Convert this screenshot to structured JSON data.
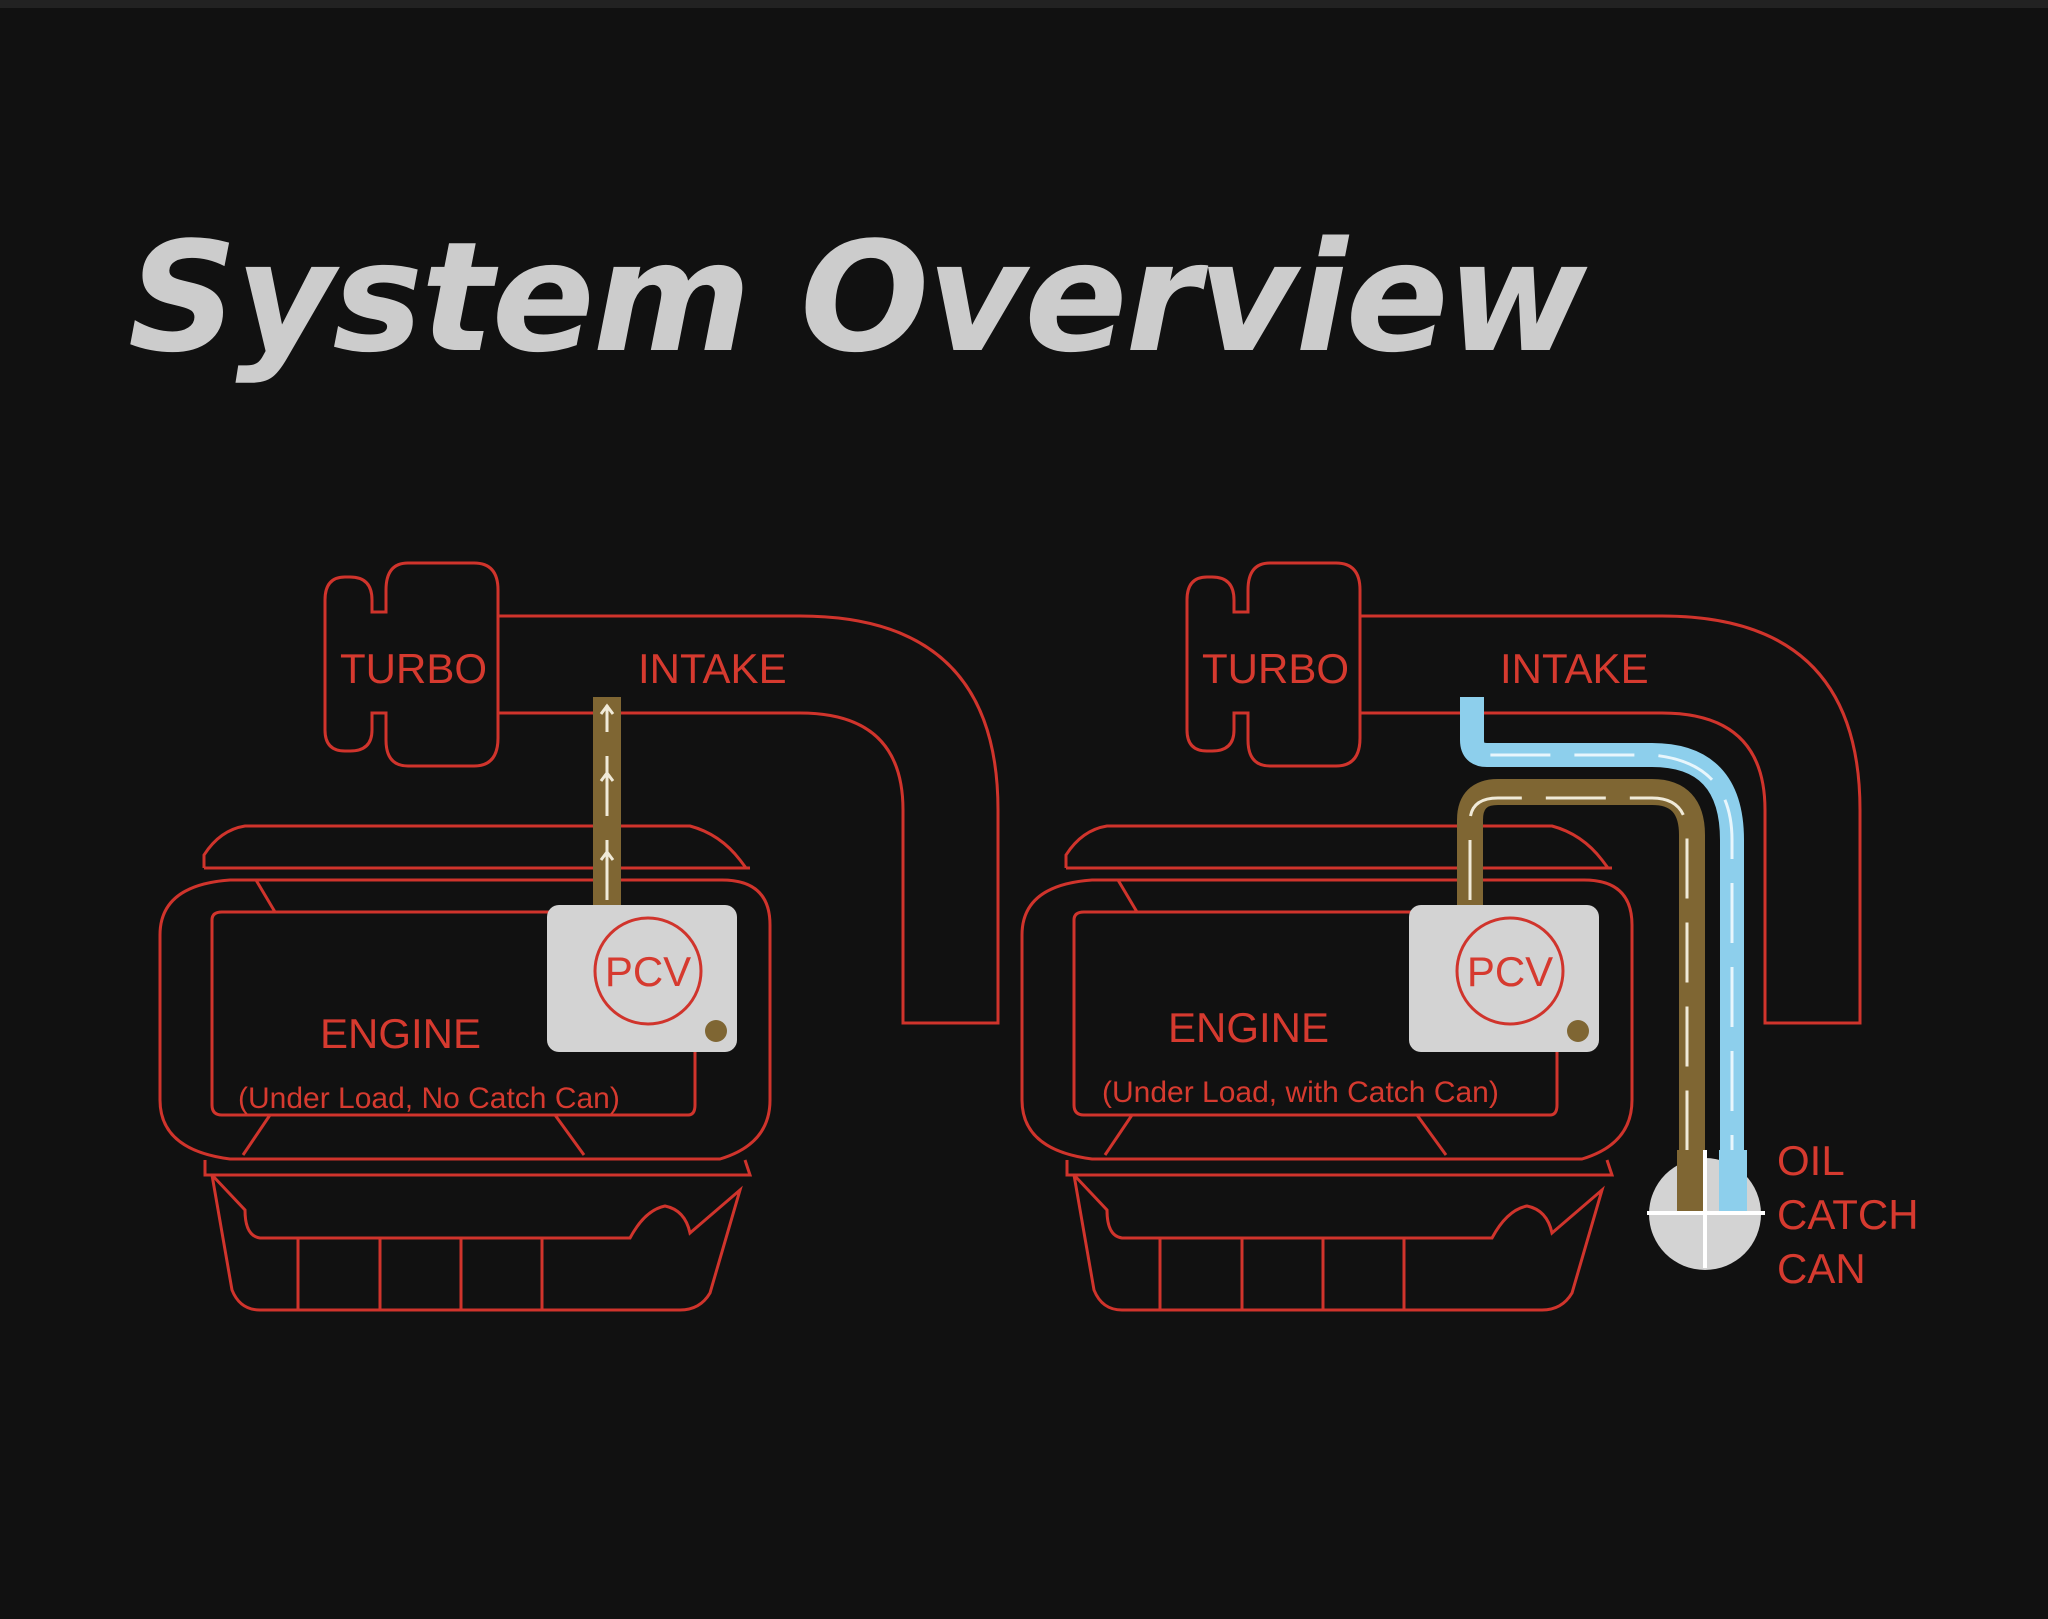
{
  "title": "System Overview",
  "colors": {
    "background": "#111111",
    "outline": "#d0342c",
    "oil_vapor": "#7f6633",
    "clean_air": "#8dcfec",
    "pcv_box": "#d3d3d3",
    "title": "#cccccc"
  },
  "diagrams": [
    {
      "id": "no-catch-can",
      "turbo_label": "TURBO",
      "intake_label": "INTAKE",
      "engine_label": "ENGINE",
      "engine_sublabel": "(Under Load, No Catch Can)",
      "pcv_label": "PCV",
      "flows": [
        {
          "name": "oil-vapor",
          "from": "PCV",
          "to": "INTAKE",
          "direction": "up"
        }
      ]
    },
    {
      "id": "with-catch-can",
      "turbo_label": "TURBO",
      "intake_label": "INTAKE",
      "engine_label": "ENGINE",
      "engine_sublabel": "(Under Load, with Catch Can)",
      "pcv_label": "PCV",
      "catch_can_label": [
        "OIL",
        "CATCH",
        "CAN"
      ],
      "flows": [
        {
          "name": "oil-vapor",
          "from": "PCV",
          "to": "OIL CATCH CAN",
          "direction": "down"
        },
        {
          "name": "clean-air",
          "from": "OIL CATCH CAN",
          "to": "INTAKE",
          "direction": "up"
        }
      ]
    }
  ]
}
